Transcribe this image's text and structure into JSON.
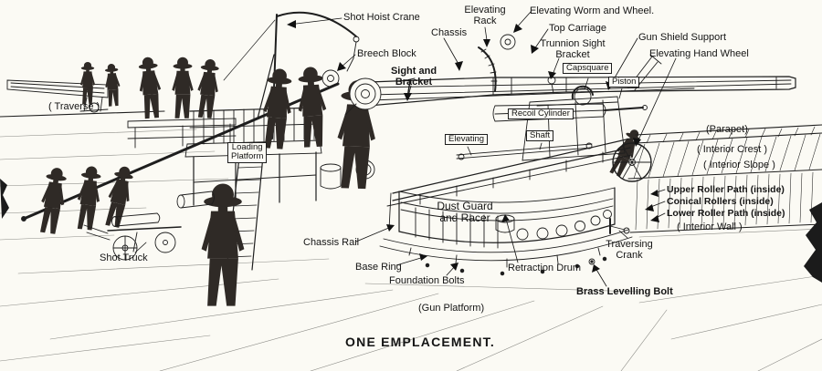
{
  "title": "ONE EMPLACEMENT.",
  "labels": {
    "shot_hoist_crane": "Shot Hoist Crane",
    "elevating_rack": "Elevating\nRack",
    "elevating_worm_and_wheel": "Elevating Worm and Wheel.",
    "chassis": "Chassis",
    "top_carriage": "Top Carriage",
    "trunnion_sight_bracket": "Trunnion Sight\nBracket",
    "gun_shield_support": "Gun Shield Support",
    "breech_block": "Breech Block",
    "capsquare": "Capsquare",
    "elevating_hand_wheel": "Elevating Hand Wheel",
    "sight_and_bracket": "Sight and\nBracket",
    "piston": "Piston",
    "recoil_cylinder": "Recoil Cylinder",
    "traverse": "( Traverse )",
    "parapet": "(Parapet)",
    "elevating": "Elevating",
    "shaft": "Shaft",
    "interior_crest": "( Interior Crest )",
    "interior_slope": "( Interior Slope )",
    "loading_platform": "Loading\nPlatform",
    "upper_roller_path": "Upper Roller Path (inside)",
    "conical_rollers": "Conical Rollers (inside)",
    "lower_roller_path": "Lower Roller Path (inside)",
    "interior_wall": "( Interior Wall )",
    "dust_guard_and_racer": "Dust Guard\nand Racer",
    "chassis_rail": "Chassis Rail",
    "traversing_crank": "Traversing\nCrank",
    "shot_truck": "Shot Truck",
    "base_ring": "Base Ring",
    "retraction_drum": "Retraction Drum",
    "foundation_bolts": "Foundation Bolts",
    "brass_levelling_bolt": "Brass Levelling Bolt",
    "gun_platform": "(Gun Platform)"
  }
}
